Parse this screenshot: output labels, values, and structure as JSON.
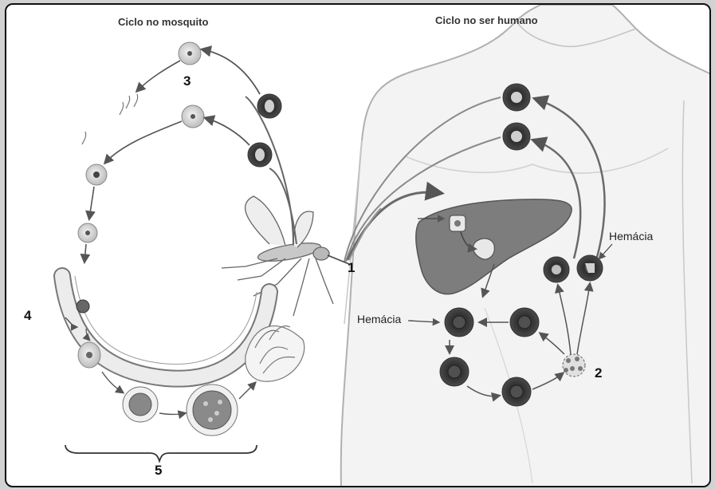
{
  "titles": {
    "mosquito_cycle": "Ciclo no mosquito",
    "human_cycle": "Ciclo no ser humano"
  },
  "labels": {
    "n1": "1",
    "n2": "2",
    "n3": "3",
    "n4": "4",
    "n5": "5",
    "hemacia_left": "Hemácia",
    "hemacia_right": "Hemácia"
  },
  "colors": {
    "frame": "#111111",
    "body_outline": "#b0b0b0",
    "liver": "#7d7d7d",
    "cell_dark": "#3c3c3c",
    "cell_light": "#dcdcdc",
    "arrow": "#555555"
  }
}
